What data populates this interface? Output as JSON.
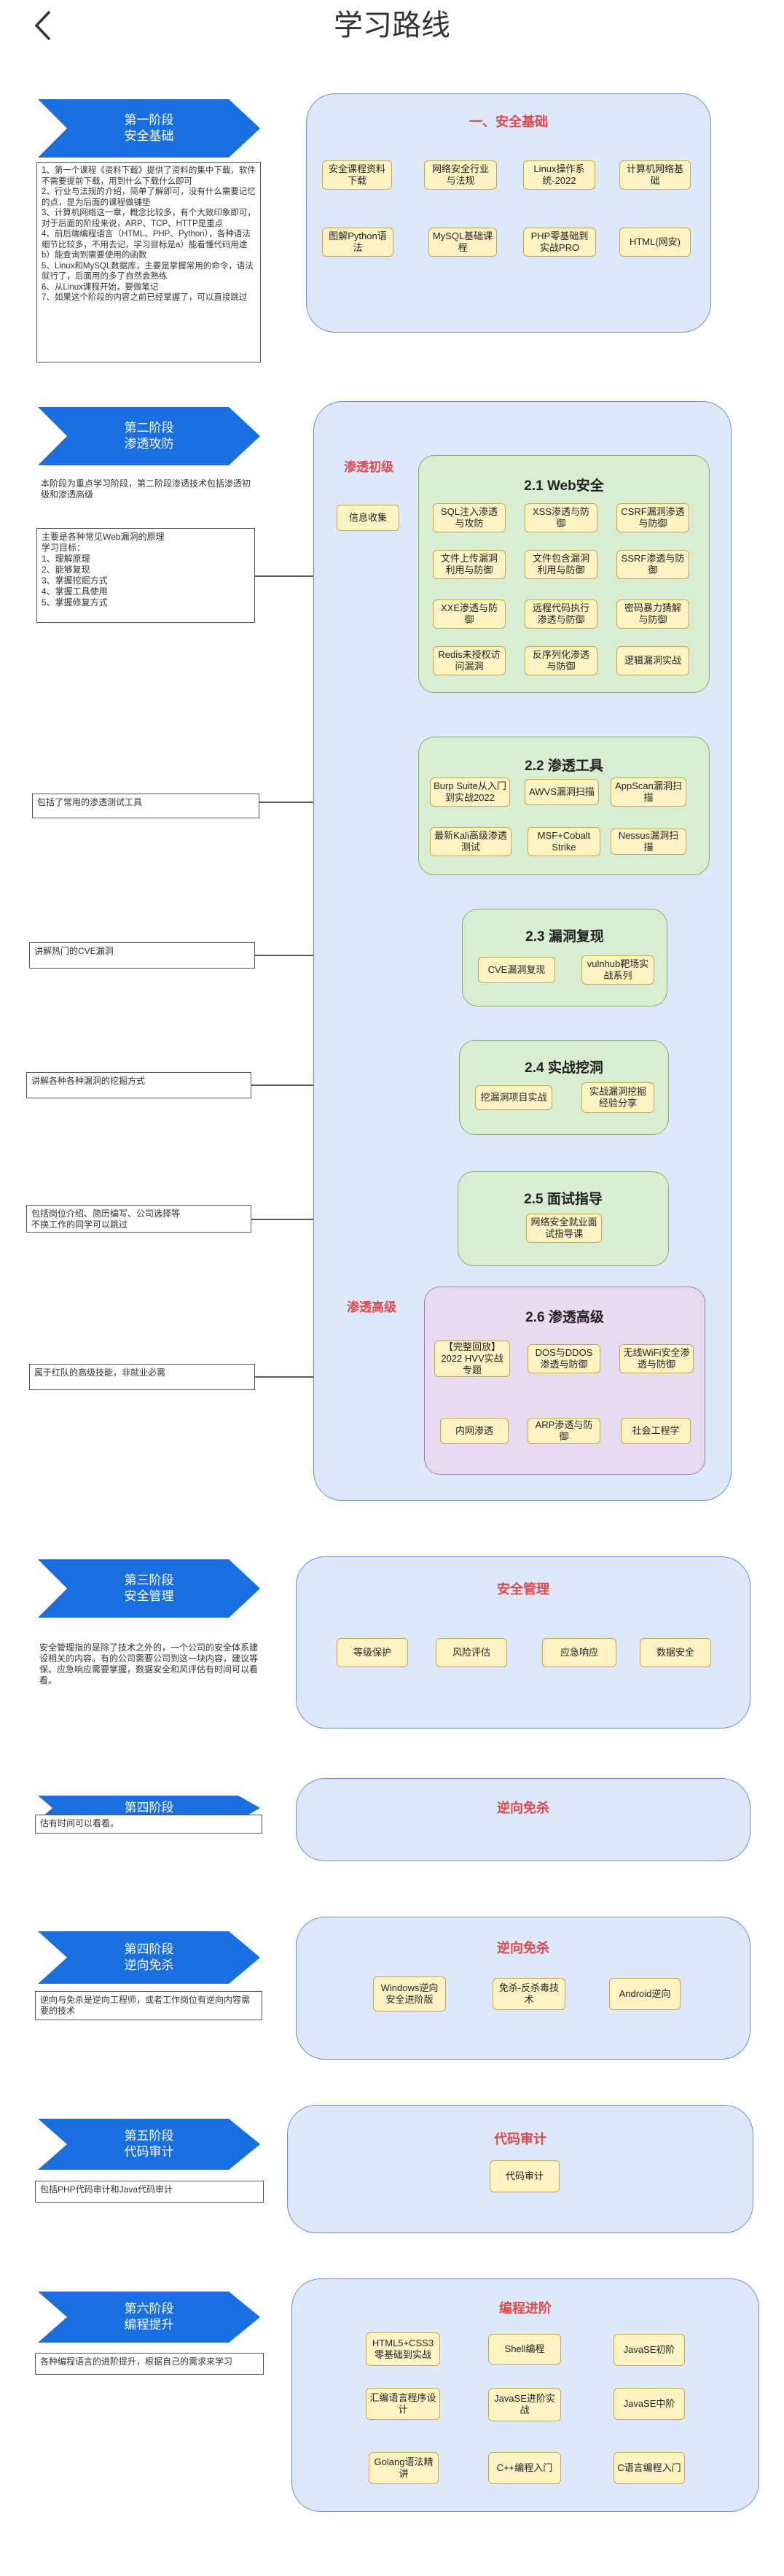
{
  "header": {
    "title": "学习路线",
    "back_icon": "chevron-left-icon"
  },
  "stages": [
    {
      "banner": "第一阶段\n安全基础",
      "note": "1、第一个课程《资料下载》提供了资料的集中下载，软件不需要提前下载，用到什么下载什么即可\n2、行业与法规的介绍，简单了解即可，没有什么需要记忆的点，是为后面的课程做铺垫\n3、计算机网络这一章，概念比较多，有个大致印象即可，对于后面的阶段来说，ARP、TCP、HTTP是重点\n4、前后端编程语言（HTML、PHP、Python），各种语法细节比较多，不用去记，学习目标是a）能看懂代码用途 b）能查询到需要使用的函数\n5、Linux和MySQL数据库，主要是掌握常用的命令，语法就行了，后面用的多了自然会熟练\n6、从Linux课程开始，要做笔记\n7、如果这个阶段的内容之前已经掌握了，可以直接跳过"
    },
    {
      "banner": "第二阶段\n渗透攻防"
    },
    {
      "banner": "第三阶段\n安全管理",
      "note": "安全管理指的是除了技术之外的，一个公司的安全体系建设相关的内容。有的公司需要公司到这一块内容，建议等保、应急响应需要掌握，数据安全和风评估有时间可以看看。"
    },
    {
      "banner": "第四阶段",
      "note": "估有时间可以看看。"
    },
    {
      "banner": "第四阶段\n逆向免杀",
      "note": "逆向与免杀是逆向工程师，或者工作岗位有逆向内容需要的技术"
    },
    {
      "banner": "第五阶段\n代码审计",
      "note": "包括PHP代码审计和Java代码审计"
    },
    {
      "banner": "第六阶段\n编程提升",
      "note": "各种编程语言的进阶提升，根据自己的需求来学习"
    }
  ],
  "stage2_notes": [
    "本阶段为重点学习阶段，第二阶段渗透技术包括渗透初级和渗透高级",
    "主要是各种常见Web漏洞的原理\n学习目标：\n1、理解原理\n2、能够复现\n3、掌握挖掘方式\n4、掌握工具使用\n5、掌握修复方式",
    "包括了常用的渗透测试工具",
    "讲解热门的CVE漏洞",
    "讲解各种各种漏洞的挖掘方式",
    "包括岗位介绍、简历编写、公司选择等\n不换工作的同学可以跳过",
    "属于红队的高级技能，非就业必需"
  ],
  "p1": {
    "title": "一、安全基础",
    "nodes": [
      "安全课程资料下载",
      "网络安全行业与法规",
      "Linux操作系统-2022",
      "计算机网络基础",
      "HTML(网安)",
      "PHP零基础到实战PRO",
      "MySQL基础课程",
      "图解Python语法"
    ]
  },
  "p2": {
    "left_label_1": "渗透初级",
    "left_label_2": "渗透高级",
    "s21": {
      "title": "2.1 Web安全",
      "info": "信息收集",
      "nodes": [
        "SQL注入渗透与攻防",
        "XSS渗透与防御",
        "CSRF漏洞渗透与防御",
        "文件上传漏洞利用与防御",
        "文件包含漏洞利用与防御",
        "SSRF渗透与防御",
        "XXE渗透与防御",
        "远程代码执行渗透与防御",
        "密码暴力猜解与防御",
        "Redis未授权访问漏洞",
        "反序列化渗透与防御",
        "逻辑漏洞实战"
      ]
    },
    "s22": {
      "title": "2.2 渗透工具",
      "nodes": [
        "Burp Suite从入门到实战2022",
        "AWVS漏洞扫描",
        "AppScan漏洞扫描",
        "最新Kali高级渗透测试",
        "MSF+Cobalt Strike",
        "Nessus漏洞扫描"
      ]
    },
    "s23": {
      "title": "2.3 漏洞复现",
      "nodes": [
        "CVE漏洞复现",
        "vulnhub靶场实战系列"
      ]
    },
    "s24": {
      "title": "2.4 实战挖洞",
      "nodes": [
        "挖漏洞项目实战",
        "实战漏洞挖掘经验分享"
      ]
    },
    "s25": {
      "title": "2.5 面试指导",
      "nodes": [
        "网络安全就业面试指导课"
      ]
    },
    "s26": {
      "title": "2.6 渗透高级",
      "nodes": [
        "【完整回放】2022 HVV实战专题",
        "DOS与DDOS渗透与防御",
        "无线WiFi安全渗透与防御",
        "社会工程学",
        "ARP渗透与防御",
        "内网渗透"
      ]
    }
  },
  "p3": {
    "title": "安全管理",
    "nodes": [
      "等级保护",
      "风险评估",
      "应急响应",
      "数据安全"
    ]
  },
  "p4a": {
    "title": "逆向免杀"
  },
  "p4": {
    "title": "逆向免杀",
    "nodes": [
      "Windows逆向安全进阶版",
      "免杀-反杀毒技术",
      "Android逆向"
    ]
  },
  "p5": {
    "title": "代码审计",
    "nodes": [
      "代码审计"
    ]
  },
  "p6": {
    "title": "编程进阶",
    "nodes": [
      "HTML5+CSS3零基础到实战",
      "Shell编程",
      "JavaSE初阶",
      "汇编语言程序设计",
      "JavaSE进阶实战",
      "JavaSE中阶",
      "Golang语法精讲",
      "C++编程入门",
      "C语言编程入门"
    ]
  },
  "colors": {
    "banner": "#1a6fe0",
    "panel_bg": "#dde8fa",
    "panel_border": "#6b8fd4",
    "node_bg": "#fff3c4",
    "accent_red": "#e0484a",
    "green_bg": "#d9edd1",
    "purple_bg": "#e8dbf0"
  }
}
